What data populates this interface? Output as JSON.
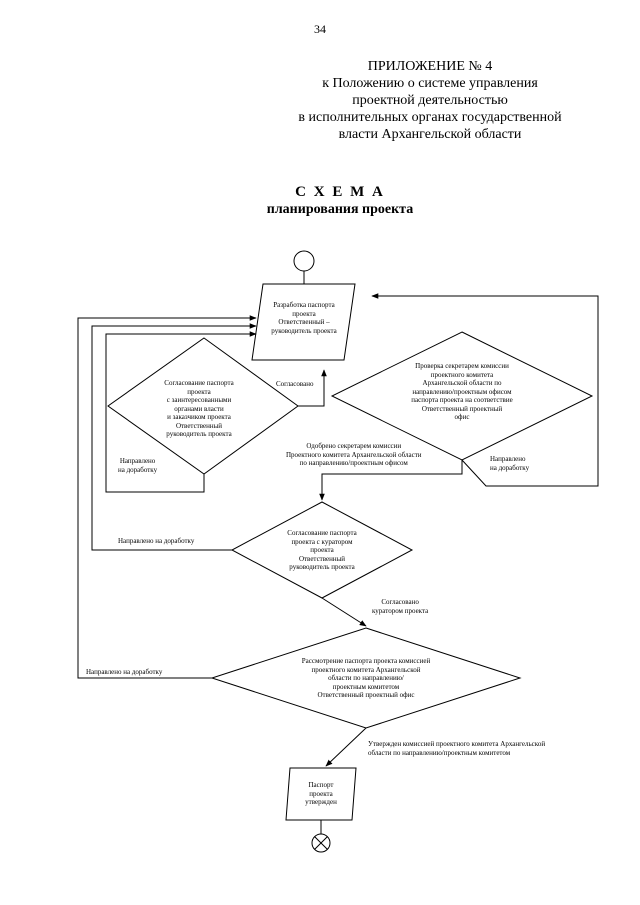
{
  "page_number": "34",
  "appendix": {
    "lines": [
      "ПРИЛОЖЕНИЕ № 4",
      "к Положению о системе управления",
      "проектной деятельностью",
      "в исполнительных органах государственной",
      "власти Архангельской области"
    ]
  },
  "title": {
    "line1": "С Х Е М А",
    "line2": "планирования проекта"
  },
  "nodes": {
    "develop": [
      "Разработка паспорта",
      "проекта",
      "Ответственный –",
      "руководитель проекта"
    ],
    "approval_stakeholders": [
      "Согласование паспорта",
      "проекта",
      "с заинтересованными",
      "органами власти",
      "и заказчиком проекта",
      "Ответственный",
      "руководитель проекта"
    ],
    "secretary_check": [
      "Проверка секретарем комиссии",
      "проектного комитета",
      "Архангельской области по",
      "направлению/проектным офисом",
      "паспорта проекта на соответствие",
      "Ответственный     проектный",
      "офис"
    ],
    "curator_approval": [
      "Согласование паспорта",
      "проекта с куратором",
      "проекта",
      "Ответственный",
      "руководитель проекта"
    ],
    "commission_review": [
      "Рассмотрение паспорта проекта комиссией",
      "проектного комитета Архангельской",
      "области по направлению/",
      "проектным комитетом",
      "Ответственный    проектный офис"
    ],
    "approved": [
      "Паспорт",
      "проекта",
      "утвержден"
    ]
  },
  "labels": {
    "agreed": "Согласовано",
    "sent_back_left": [
      "Направлено",
      "на доработку"
    ],
    "sent_back_right": [
      "Направлено",
      "на доработку"
    ],
    "approved_by_secretary": [
      "Одобрено секретарем комиссии",
      "Проектного комитета Архангельской области",
      "по направлению/проектным офисом"
    ],
    "sent_back_curator": "Направлено на доработку",
    "agreed_curator": [
      "Согласовано",
      "куратором проекта"
    ],
    "sent_back_commission": "Направлено на доработку",
    "approved_commission": [
      "Утвержден комиссией проектного комитета Архангельской",
      "области по направлению/проектным комитетом"
    ]
  }
}
